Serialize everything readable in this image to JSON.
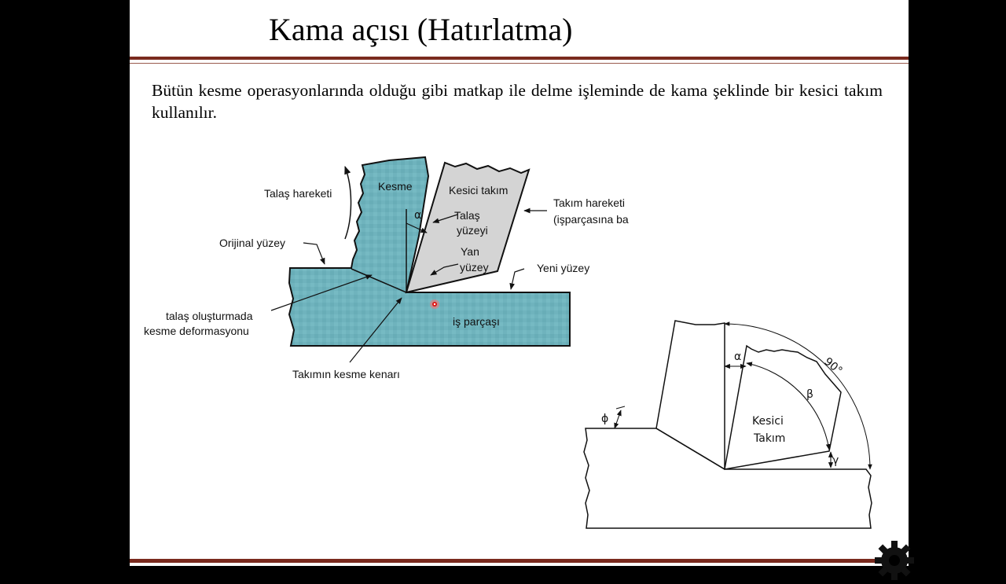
{
  "slide": {
    "title": "Kama açısı (Hatırlatma)",
    "body": "Bütün kesme operasyonlarında olduğu gibi matkap ile delme işleminde de kama şeklinde bir kesici takım kullanılır."
  },
  "figure1": {
    "labels": {
      "chip_motion": "Talaş hareketi",
      "chip": "Kesme",
      "tool": "Kesici takım",
      "alpha": "α",
      "rake_face_1": "Talaş",
      "rake_face_2": "yüzeyi",
      "flank_1": "Yan",
      "flank_2": "yüzey",
      "tool_motion_1": "Takım hareketi",
      "tool_motion_2": "(işparçasına ba",
      "original_surface": "Orijinal yüzey",
      "new_surface": "Yeni yüzey",
      "shear_1": "talaş oluşturmada",
      "shear_2": "kesme deformasyonu",
      "workpiece": "iş parçaşı",
      "cutting_edge": "Takımın kesme kenarı"
    }
  },
  "figure2": {
    "labels": {
      "phi": "ϕ",
      "alpha": "α",
      "beta": "β",
      "gamma": "γ",
      "ninety": "90°",
      "tool_1": "Kesici",
      "tool_2": "Takım"
    }
  },
  "colors": {
    "accent": "#7a2a1e",
    "workpiece": "#6fb3bd",
    "tool": "#d4d4d4"
  },
  "icons": [
    "laser-pointer-dot",
    "gear-icon"
  ]
}
